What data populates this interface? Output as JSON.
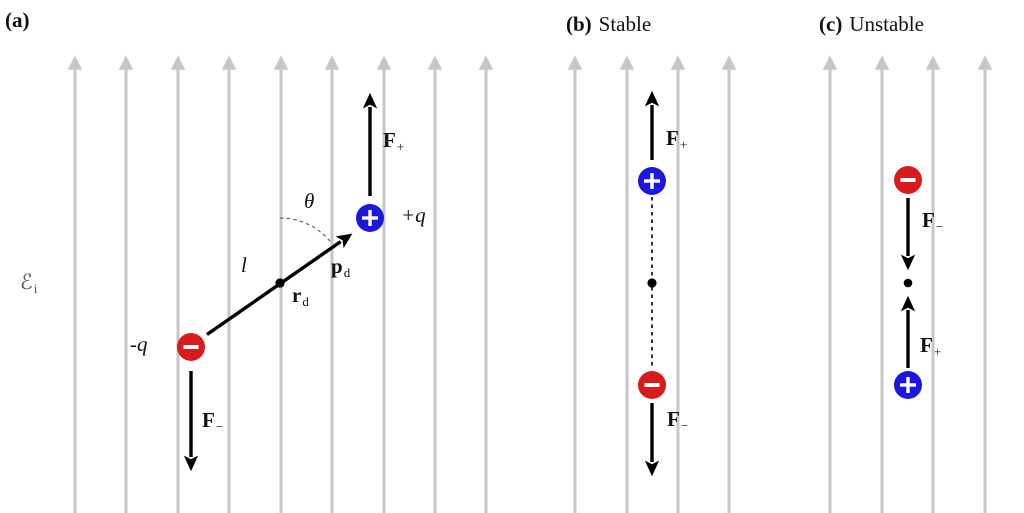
{
  "figure": {
    "colors": {
      "field_line": "#c6c6c6",
      "positive_charge": "#1b18dc",
      "negative_charge": "#d61c1c",
      "arrow": "#000000"
    },
    "panels": {
      "a": {
        "label": "(a)",
        "field_label": {
          "main": "ℰ",
          "sub": "i"
        },
        "neg_charge_label": "-q",
        "pos_charge_label": "+q",
        "angle_label": "θ",
        "length_label": "l",
        "position_vector": {
          "main": "r",
          "sub": "d"
        },
        "dipole_vector": {
          "main": "p",
          "sub": "d"
        },
        "force_plus": {
          "main": "F",
          "sub": "+"
        },
        "force_minus": {
          "main": "F",
          "sub": "−"
        }
      },
      "b": {
        "label": "(b)",
        "title": "Stable",
        "force_plus": {
          "main": "F",
          "sub": "+"
        },
        "force_minus": {
          "main": "F",
          "sub": "−"
        }
      },
      "c": {
        "label": "(c)",
        "title": "Unstable",
        "force_plus": {
          "main": "F",
          "sub": "+"
        },
        "force_minus": {
          "main": "F",
          "sub": "−"
        }
      }
    }
  }
}
